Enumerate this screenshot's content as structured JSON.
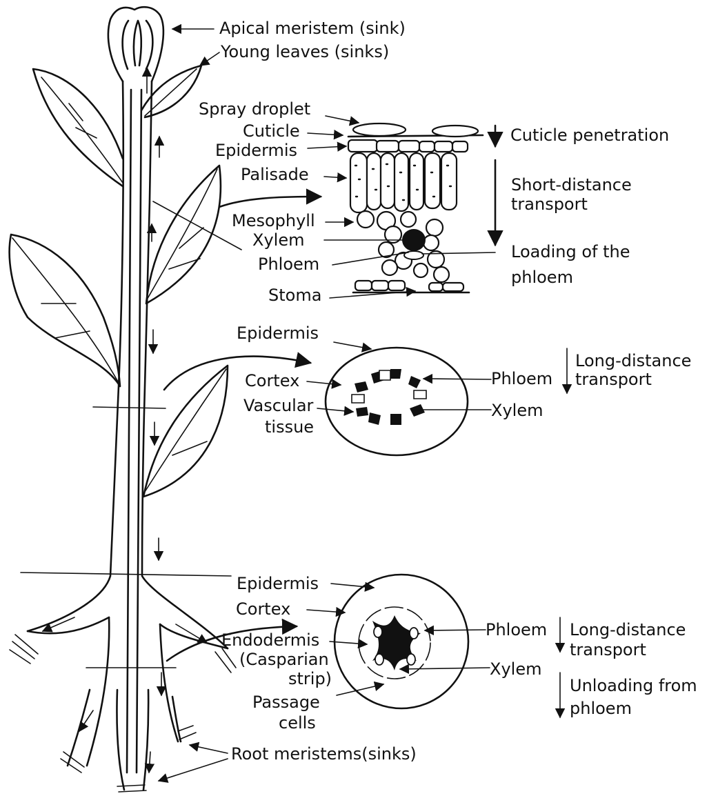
{
  "plant": {
    "apical_meristem": "Apical meristem (sink)",
    "young_leaves": "Young leaves (sinks)",
    "root_meristems": "Root meristems(sinks)"
  },
  "leaf_section": {
    "spray_droplet": "Spray droplet",
    "cuticle": "Cuticle",
    "epidermis": "Epidermis",
    "palisade": "Palisade",
    "mesophyll": "Mesophyll",
    "xylem": "Xylem",
    "phloem": "Phloem",
    "stoma": "Stoma",
    "cuticle_penetration": "Cuticle penetration",
    "short_distance_1": "Short-distance",
    "short_distance_2": "transport",
    "loading_1": "Loading of the",
    "loading_2": "phloem"
  },
  "stem_section": {
    "epidermis": "Epidermis",
    "cortex": "Cortex",
    "vascular_1": "Vascular",
    "vascular_2": "tissue",
    "phloem": "Phloem",
    "xylem": "Xylem",
    "long_distance_1": "Long-distance",
    "long_distance_2": "transport"
  },
  "root_section": {
    "epidermis": "Epidermis",
    "cortex": "Cortex",
    "endodermis_1": "Endodermis",
    "endodermis_2": "(Casparian",
    "endodermis_3": "strip)",
    "passage_1": "Passage",
    "passage_2": "cells",
    "phloem": "Phloem",
    "xylem": "Xylem",
    "long_distance_1": "Long-distance",
    "long_distance_2": "transport",
    "unloading_1": "Unloading from",
    "unloading_2": "phloem"
  }
}
